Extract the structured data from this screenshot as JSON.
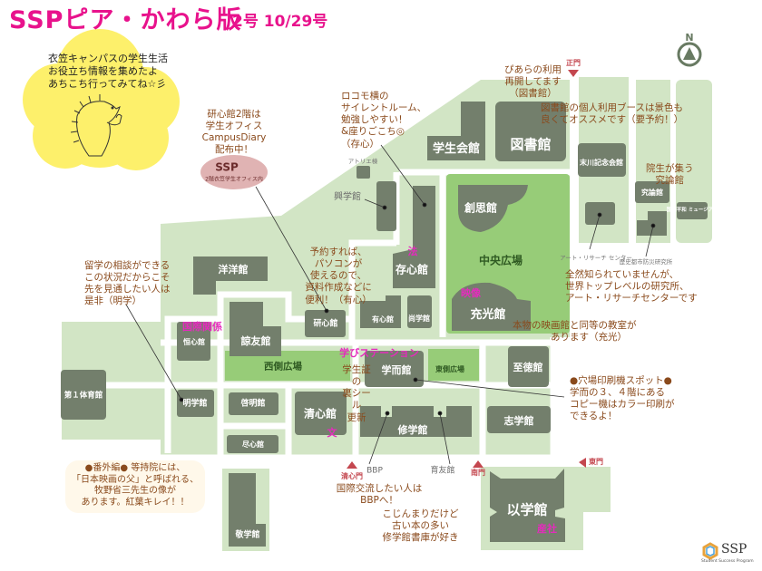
{
  "header": {
    "title": "SSPピア・かわら版",
    "issue": "2号 10/29号"
  },
  "intro": "衣笠キャンパスの学生生活\nお役立ち情報を集めたよ\nあちこち行ってみてね☆彡",
  "colors": {
    "title": "#e8128c",
    "building": "#737f6c",
    "ground": "#d2e5c5",
    "plaza": "#97cc78",
    "note": "#8a4a1c",
    "faculty": "#e52bbd",
    "gate": "#c4474f",
    "bubble": "#fdf06b"
  },
  "compass": {
    "label": "N"
  },
  "ssp_badge": {
    "title": "SSP",
    "subtitle": "2階衣笠学生オフィス内"
  },
  "buildings": {
    "gakuseikaikan": "学生会館",
    "toshokan": "図書館",
    "suegawa": "末川記念会館",
    "kyuron": "究論館",
    "museum": "国際平和\nミュージアム",
    "soshi": "創思館",
    "juko": "充光館",
    "zonshin": "存心館",
    "yushin": "有心館",
    "shogaku": "尚学館",
    "kenshin": "研心館",
    "kogaku": "興学館",
    "atelier": "アトリエ棟",
    "yoyo": "洋洋館",
    "ryoyu": "諒友館",
    "koshin": "恒心館",
    "meigaku": "明学館",
    "keimei": "啓明館",
    "jinshin": "尽心館",
    "seishin": "清心館",
    "gakuji": "学而館",
    "shugaku": "修学館",
    "shitoku": "至徳館",
    "shigaku": "志学館",
    "gym1": "第１体育館",
    "keigaku": "敬学館",
    "igaku": "以学館",
    "bbp": "BBP",
    "ikuyu": "育友館",
    "art_research": "アート・リサーチ\nセンター",
    "disaster": "歴史都市防災研究所"
  },
  "plazas": {
    "central": "中央広場",
    "west": "西側広場",
    "east": "東側広場"
  },
  "faculties": {
    "law": "法",
    "film": "映像",
    "station": "学びステーション",
    "letters": "文",
    "intl": "国際関係",
    "socio": "産社"
  },
  "gates": {
    "main": "正門",
    "seishin": "清心門",
    "south": "南門",
    "east": "東門"
  },
  "notes": {
    "locomo": "ロコモ横の\nサイレントルーム、\n勉強しやすい！\n&座りごこち◎\n（存心）",
    "kenshin": "研心館2階は\n学生オフィス\nCampusDiary\n配布中！",
    "piara": "ぴあらの利用\n再開してます\n（図書館）",
    "library": "図書館の個人利用ブースは景色も\n良くてオススメです（要予約！）",
    "kyuron": "院生が集う\n究論館",
    "art": "全然知られていませんが、\n世界トップレベルの研究所、\nアート・リサーチセンターです",
    "pc": "予約すれば、\nパソコンが\n使えるので、\n資料作成などに\n便利！（有心）",
    "cinema": "本物の映画館と同等の教室が\n　　　　あります（充光）",
    "printer": "●穴場印刷機スポット●\n学而の３、４階にある\nコピー機はカラー印刷が\nできるよ！",
    "abroad": "留学の相談ができる\nこの状況だからこそ\n先を見通したい人は\n是非（明学）",
    "extra": "●番外編●  等持院には、\n「日本映画の父」と呼ばれる、\n牧野省三先生の像が\nあります。紅葉キレイ！！",
    "bbp": "国際交流したい人は\nBBPへ！",
    "stacks": "こじんまりだけど\n古い本の多い\n修学館書庫が好き",
    "idcard": "学生証の\n裏シール\n更新"
  },
  "logo": {
    "name": "SSP",
    "tagline": "Student Success Program"
  }
}
